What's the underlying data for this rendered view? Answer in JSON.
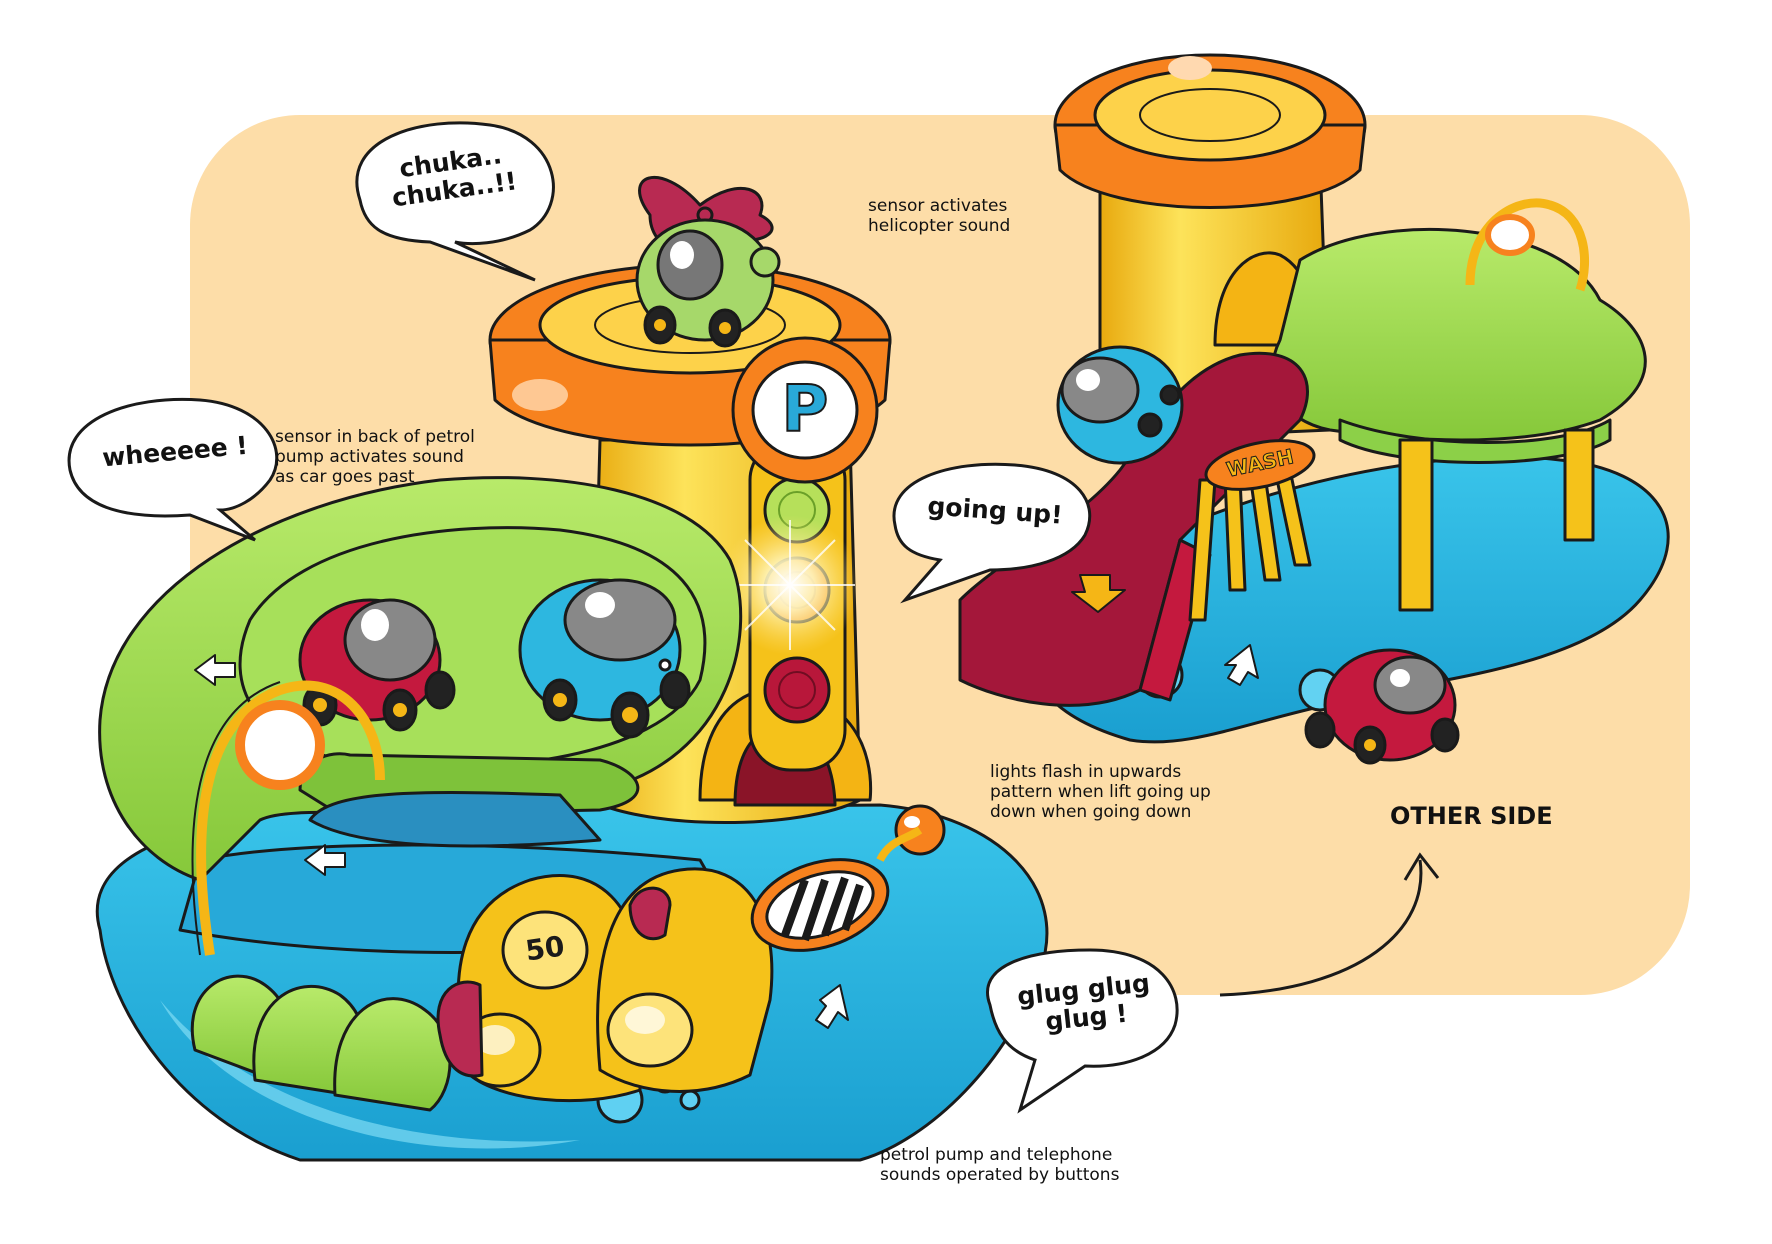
{
  "bubbles": {
    "helicopter": "chuka..\nchuka..!!",
    "slide": "wheeeee !",
    "lift": "going up!",
    "pump": "glug glug\nglug !"
  },
  "notes": {
    "helicopter_sensor": "sensor activates\nhelicopter sound",
    "pump_sensor": "sensor in back of petrol\npump activates sound\nas car goes past",
    "lift_lights": "lights flash in upwards\npattern when lift going up\ndown when going down",
    "pump_buttons": "petrol pump and telephone\nsounds operated by buttons"
  },
  "labels": {
    "other_side": "OTHER SIDE",
    "parking_sign": "P",
    "pump_number": "50",
    "car_wash_sign": "WASH"
  },
  "colors": {
    "background_panel": "#FDDDA8",
    "base_blue": "#2DB7E0",
    "ramp_green": "#9BD84A",
    "tower_yellow": "#F8C81C",
    "helipad_orange": "#F7821E",
    "car_red": "#C4193E",
    "slide_maroon": "#A4173A",
    "outline": "#1A1A1A"
  }
}
